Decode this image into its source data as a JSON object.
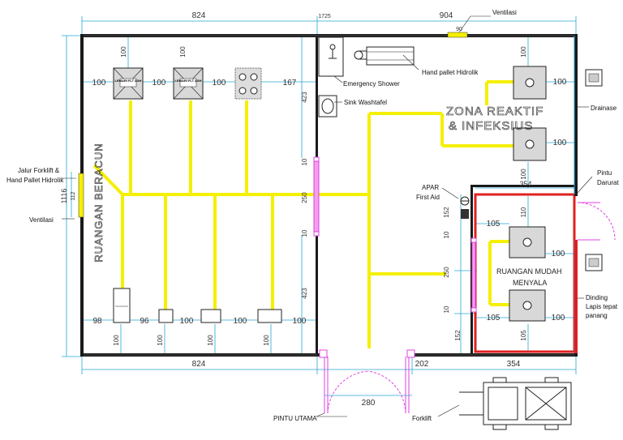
{
  "dimensions": {
    "top_left": "824",
    "top_mid": "1725",
    "top_right": "904",
    "vent_top": "90",
    "bottom_left": "824",
    "bottom_mid": "202",
    "bottom_right": "354",
    "door": "280",
    "left_height": "1116",
    "left_vent": "112",
    "r100": "100",
    "r167": "167",
    "r98": "98",
    "r96": "96",
    "r423a": "423",
    "r423b": "423",
    "r10a": "10",
    "r10b": "10",
    "r250": "250",
    "r354": "354",
    "r152a": "152",
    "r152b": "152",
    "r10c": "10",
    "r10d": "10",
    "r250b": "250",
    "r105a": "105",
    "r105b": "105",
    "r105c": "105",
    "r110": "110"
  },
  "labels": {
    "ventilasi_top": "Ventilasi",
    "hand_pallet": "Hand pallet Hidrolik",
    "emergency_shower": "Emergency Shower",
    "sink": "Sink Washtafel",
    "drainase": "Drainase",
    "pintu_darurat_1": "Pintu",
    "pintu_darurat_2": "Darurat",
    "jalur_1": "Jalur Forklift &",
    "jalur_2": "Hand Pallet Hidrolik",
    "ventilasi_left": "Ventilasi",
    "apar": "APAR",
    "first_aid": "First Aid",
    "dinding_1": "Dinding",
    "dinding_2": "Lapis tepat",
    "dinding_3": "panang",
    "pintu_utama": "PINTU UTAMA",
    "forklift": "Forklift",
    "lemari": "LEMARI FLT ASH"
  },
  "rooms": {
    "beracun": "RUANGAN BERACUN",
    "reaktif_1": "ZONA REAKTIF",
    "reaktif_2": "& INFEKSIUS",
    "mudah_1": "RUANGAN MUDAH",
    "mudah_2": "MENYALA"
  },
  "colors": {
    "wall": "#1a1a1a",
    "aisle": "#f5ef00",
    "dimension": "#27a6d6",
    "door": "#e040e0",
    "flammable": "#e02020"
  }
}
